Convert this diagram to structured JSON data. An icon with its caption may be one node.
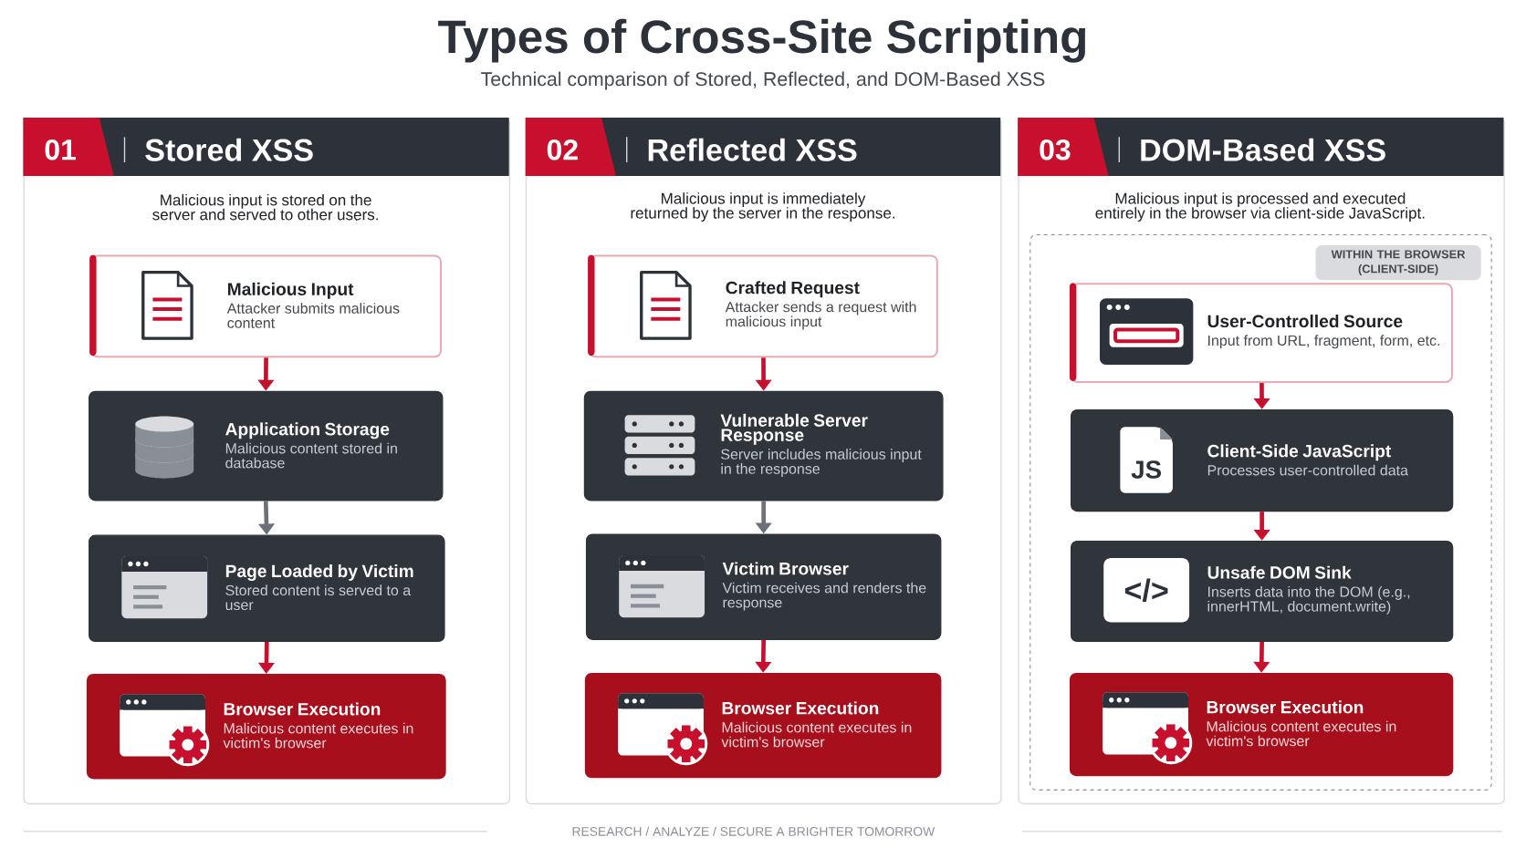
{
  "diagram": {
    "title": "Types of Cross-Site Scripting",
    "caption": "Technical comparison of Stored, Reflected, and DOM-Based XSS",
    "nodes": [
      {
        "text": [
          "01",
          "Stored XSS",
          "Malicious input is stored on the server and served to other users."
        ]
      },
      {
        "text": [
          "Malicious Input",
          "Attacker submits malicious content"
        ],
        "in": 0
      },
      {
        "text": [
          "Application Storage",
          "Malicious content stored in database"
        ],
        "in": 0
      },
      {
        "text": [
          "Page Loaded by Victim",
          "Stored content is served to a user"
        ],
        "in": 0
      },
      {
        "text": [
          "Browser Execution",
          "Malicious content executes in victim's browser"
        ],
        "in": 0
      },
      {
        "text": [
          "02",
          "Reflected XSS",
          "Malicious input is immediately returned by the server in the response."
        ]
      },
      {
        "text": [
          "Crafted Request",
          "Attacker sends a request with malicious input"
        ],
        "in": 5
      },
      {
        "text": [
          "Vulnerable Server Response",
          "Server includes malicious input in the response"
        ],
        "in": 5
      },
      {
        "text": [
          "Victim Browser",
          "Victim receives and renders the response"
        ],
        "in": 5
      },
      {
        "text": [
          "Browser Execution",
          "Malicious content executes in victim's browser"
        ],
        "in": 5
      },
      {
        "text": [
          "03",
          "DOM-Based XSS",
          "Malicious input is processed and executed entirely in the browser via client-side JavaScript."
        ]
      },
      {
        "text": [
          "WITHIN THE BROWSER (CLIENT-SIDE)"
        ],
        "in": 10
      },
      {
        "text": [
          "User-Controlled Source",
          "Input from URL, fragment, form, etc."
        ],
        "in": 11
      },
      {
        "text": [
          "Client-Side JavaScript",
          "Processes user-controlled data"
        ],
        "in": 11
      },
      {
        "text": [
          "Unsafe DOM Sink",
          "Inserts data into the DOM (e.g., innerHTML, document.write)"
        ],
        "in": 11
      },
      {
        "text": [
          "Browser Execution",
          "Malicious content executes in victim's browser"
        ],
        "in": 11
      }
    ],
    "edges": [
      {
        "from": 1,
        "to": 2,
        "arrow": "to"
      },
      {
        "from": 2,
        "to": 3,
        "arrow": "to",
        "color": "#6b7079"
      },
      {
        "from": 3,
        "to": 4,
        "arrow": "to"
      },
      {
        "from": 6,
        "to": 7,
        "arrow": "to"
      },
      {
        "from": 7,
        "to": 8,
        "arrow": "to",
        "color": "#6b7079"
      },
      {
        "from": 8,
        "to": 9,
        "arrow": "to"
      },
      {
        "from": 12,
        "to": 13,
        "arrow": "to"
      },
      {
        "from": 13,
        "to": 14,
        "arrow": "to"
      },
      {
        "from": 14,
        "to": 15,
        "arrow": "to"
      }
    ],
    "labels": [
      "JS",
      "</>",
      "RESEARCH / ANALYZE / SECURE A BRIGHTER TOMORROW"
    ]
  }
}
